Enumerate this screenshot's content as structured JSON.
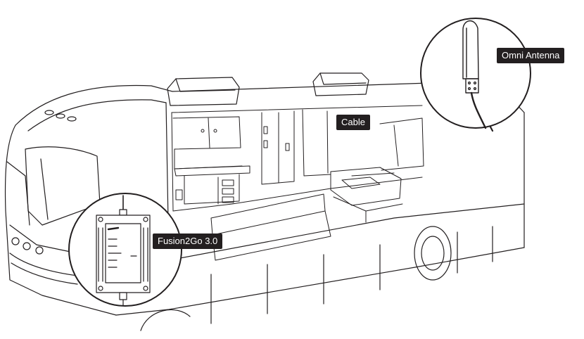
{
  "labels": {
    "antenna": "Omni Antenna",
    "cable": "Cable",
    "booster": "Fusion2Go 3.0"
  },
  "colors": {
    "line": "#231f20",
    "label_bg": "#231f20",
    "label_text": "#ffffff",
    "background": "#ffffff"
  }
}
